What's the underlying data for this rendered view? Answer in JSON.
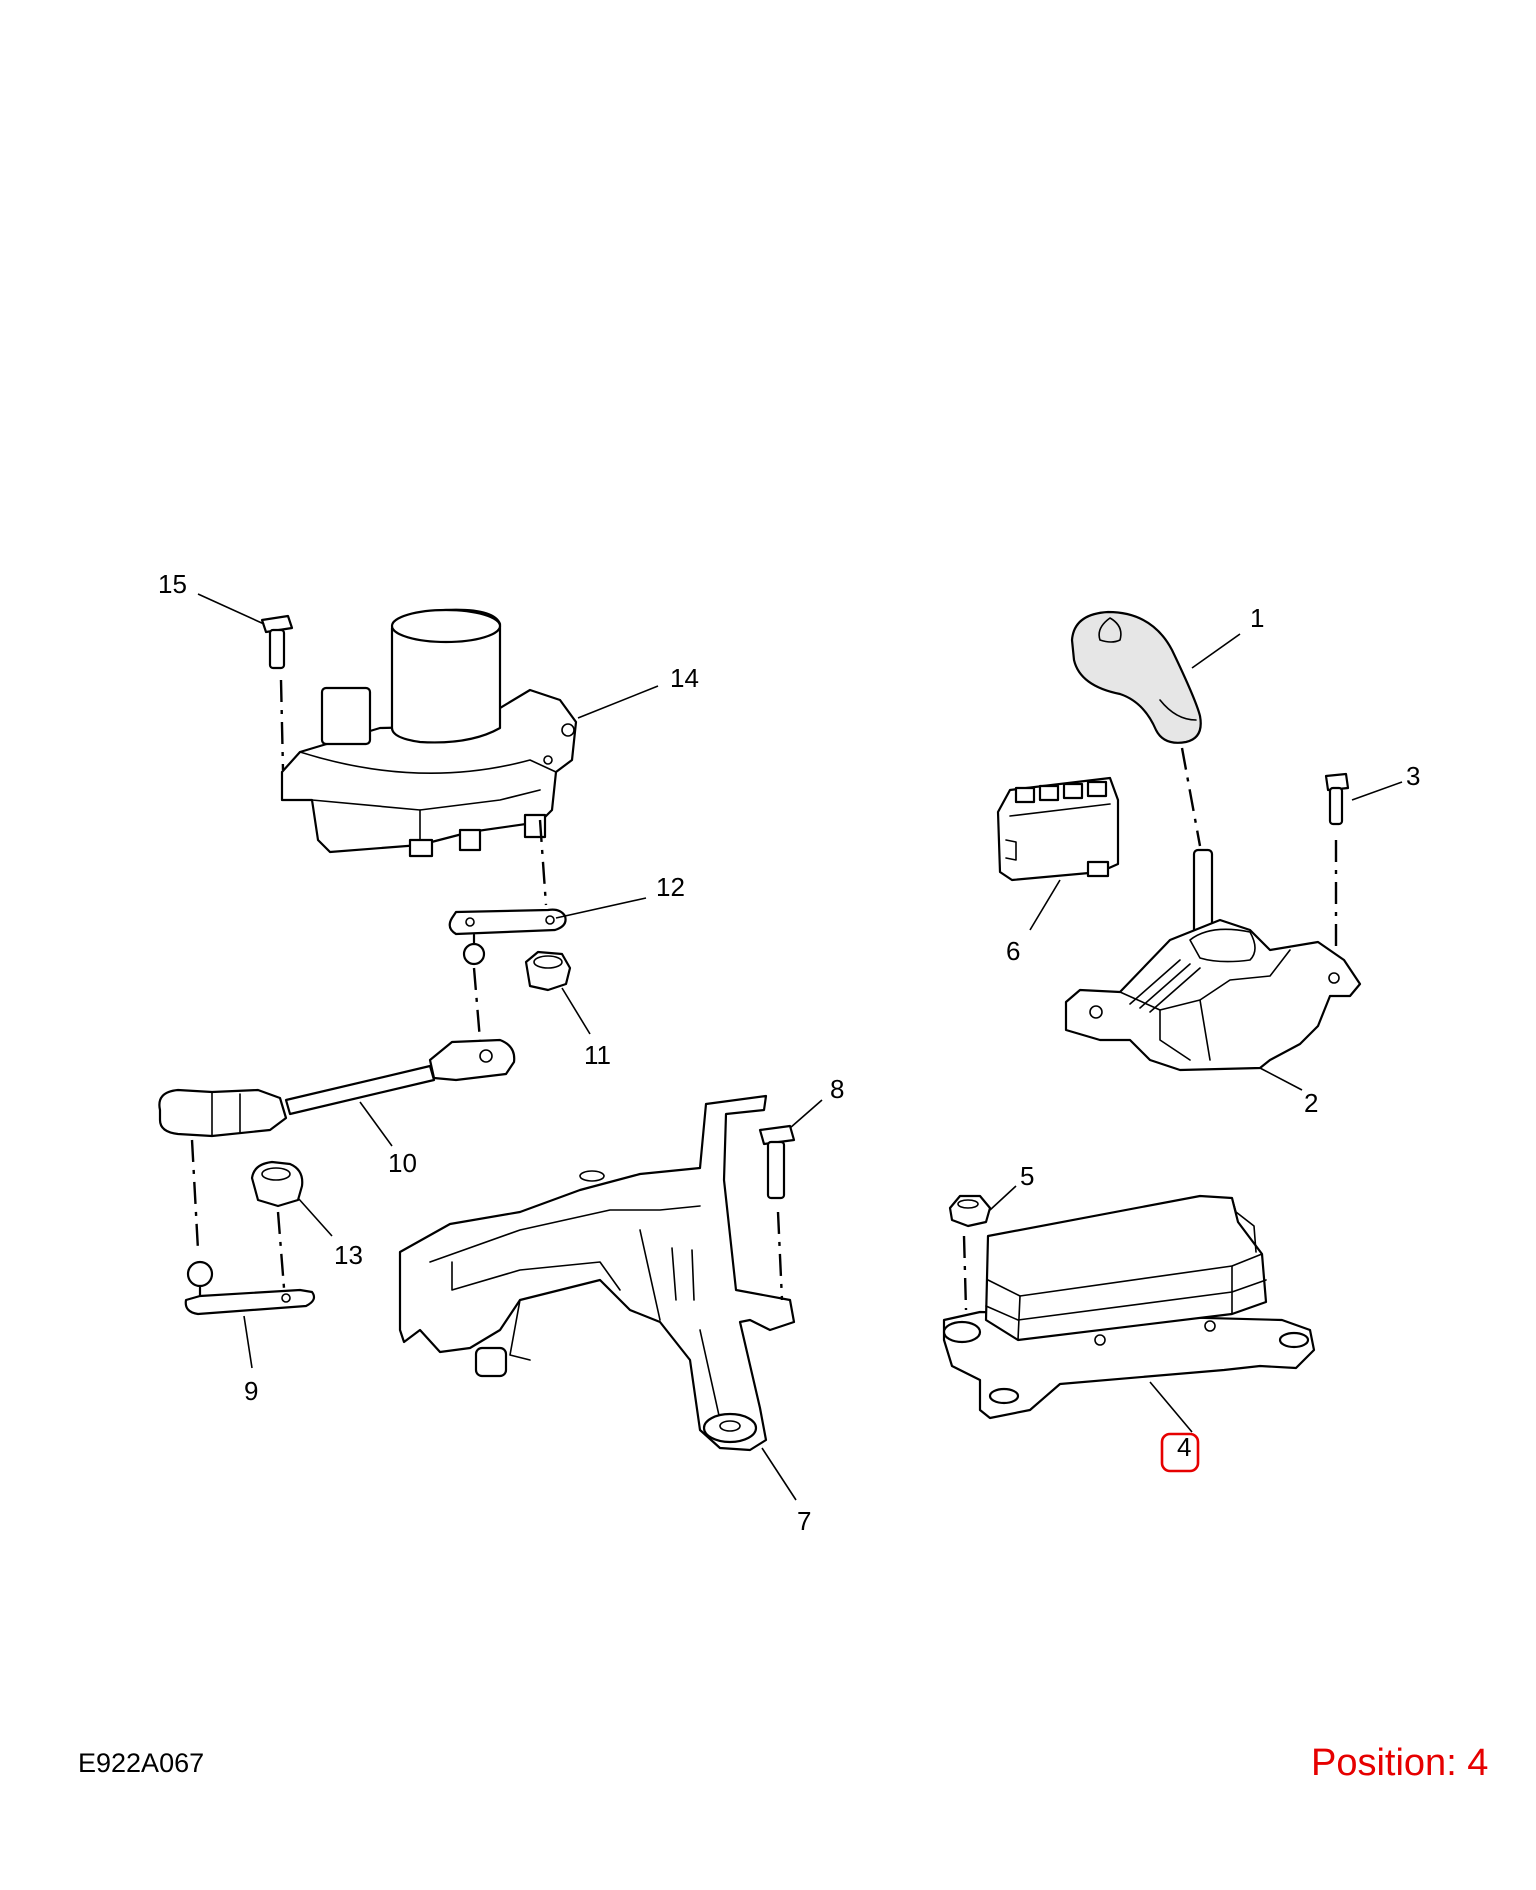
{
  "diagram": {
    "callouts": [
      "1",
      "2",
      "3",
      "4",
      "5",
      "6",
      "7",
      "8",
      "9",
      "10",
      "11",
      "12",
      "13",
      "14",
      "15"
    ],
    "highlighted_callout": "4",
    "highlight_color": "#e60000"
  },
  "footer": {
    "reference_code": "E922A067",
    "position_text": "Position: 4",
    "position_color": "#e60000"
  }
}
